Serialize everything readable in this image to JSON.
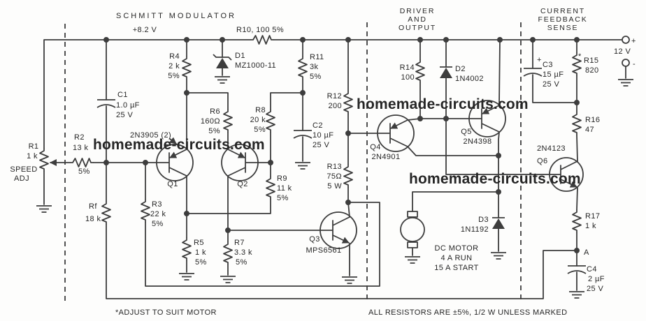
{
  "sections": {
    "schmitt": {
      "title": "SCHMITT MODULATOR",
      "supply": "+8.2 V"
    },
    "driver": {
      "title_line1": "DRIVER",
      "title_line2": "AND",
      "title_line3": "OUTPUT"
    },
    "feedback": {
      "title_line1": "CURRENT",
      "title_line2": "FEEDBACK",
      "title_line3": "SENSE"
    }
  },
  "components": {
    "r1": {
      "ref": "R1",
      "value": "1 k",
      "note_line1": "SPEED",
      "note_line2": "ADJ"
    },
    "r2": {
      "ref": "R2",
      "value": "13 k",
      "tolerance": "5%"
    },
    "r3": {
      "ref": "R3",
      "value": "22 k",
      "tolerance": "5%"
    },
    "r4": {
      "ref": "R4",
      "value": "2 k",
      "tolerance": "5%"
    },
    "r5": {
      "ref": "R5",
      "value": "1 k",
      "tolerance": "5%"
    },
    "r6": {
      "ref": "R6",
      "value": "160Ω",
      "tolerance": "5%"
    },
    "r7": {
      "ref": "R7",
      "value": "3.3 k",
      "tolerance": "5%"
    },
    "r8": {
      "ref": "R8",
      "value": "20 k",
      "tolerance": "5%"
    },
    "r9": {
      "ref": "R9",
      "value": "11 k",
      "tolerance": "5%"
    },
    "r10": {
      "label": "R10, 100 5%"
    },
    "r11": {
      "ref": "R11",
      "value": "3k",
      "tolerance": "5%"
    },
    "r12": {
      "ref": "R12",
      "value": "200"
    },
    "r13": {
      "ref": "R13",
      "value": "75Ω",
      "power": "5 W"
    },
    "r14": {
      "ref": "R14",
      "value": "100"
    },
    "r15": {
      "ref": "R15",
      "value": "820",
      "asterisk": "*"
    },
    "r16": {
      "ref": "R16",
      "value": "47"
    },
    "r17": {
      "ref": "R17",
      "value": "1 k"
    },
    "rf": {
      "ref": "Rf",
      "value": "18 k"
    },
    "c1": {
      "ref": "C1",
      "value": "1.0 µF",
      "voltage": "25 V"
    },
    "c2": {
      "ref": "C2",
      "value": "10 µF",
      "voltage": "25 V"
    },
    "c3": {
      "ref": "C3",
      "value": "15 µF",
      "voltage": "25 V",
      "polarity": "+"
    },
    "c4": {
      "ref": "C4",
      "value": "2 µF",
      "voltage": "25 V"
    },
    "d1": {
      "ref": "D1",
      "part": "MZ1000-11"
    },
    "d2": {
      "ref": "D2",
      "part": "1N4002"
    },
    "d3": {
      "ref": "D3",
      "part": "1N1192"
    },
    "q1": {
      "ref": "Q1",
      "part": "2N3905 (2)"
    },
    "q2": {
      "ref": "Q2"
    },
    "q3": {
      "ref": "Q3",
      "part": "MPS6561"
    },
    "q4": {
      "ref": "Q4",
      "part": "2N4901"
    },
    "q5": {
      "ref": "Q5",
      "part": "2N4398"
    },
    "q6": {
      "ref": "Q6",
      "part": "2N4123"
    },
    "motor": {
      "line1": "DC MOTOR",
      "line2": "4 A RUN",
      "line3": "15 A START"
    }
  },
  "terminals": {
    "supply_voltage": "12 V",
    "plus": "+",
    "minus": "-",
    "node_a": "A"
  },
  "notes": {
    "adjust": "*ADJUST TO SUIT MOTOR",
    "resistors": "ALL RESISTORS ARE ±5%, 1/2 W UNLESS MARKED"
  },
  "watermark": {
    "text": "homemade-circuits.com",
    "color": "#e02e2e"
  }
}
